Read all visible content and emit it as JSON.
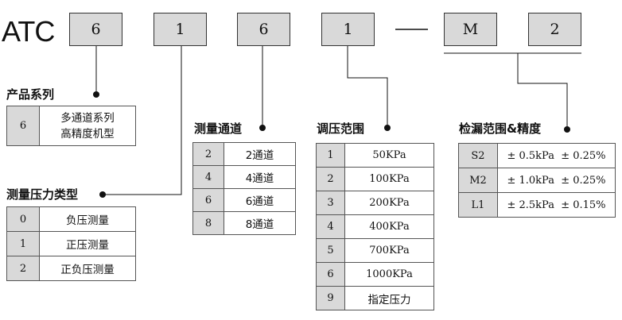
{
  "prefix": "ATC",
  "code_boxes": [
    "6",
    "1",
    "6",
    "1",
    "M",
    "2"
  ],
  "sections": {
    "series": {
      "heading": "产品系列",
      "rows": [
        {
          "key": "6",
          "value_line1": "多通道系列",
          "value_line2": "高精度机型"
        }
      ]
    },
    "pressure_type": {
      "heading": "测量压力类型",
      "rows": [
        {
          "key": "0",
          "value": "负压测量"
        },
        {
          "key": "1",
          "value": "正压测量"
        },
        {
          "key": "2",
          "value": "正负压测量"
        }
      ]
    },
    "channels": {
      "heading": "测量通道",
      "rows": [
        {
          "key": "2",
          "value": "2通道"
        },
        {
          "key": "4",
          "value": "4通道"
        },
        {
          "key": "6",
          "value": "6通道"
        },
        {
          "key": "8",
          "value": "8通道"
        }
      ]
    },
    "range": {
      "heading": "调压范围",
      "rows": [
        {
          "key": "1",
          "value": "50KPa"
        },
        {
          "key": "2",
          "value": "100KPa"
        },
        {
          "key": "3",
          "value": "200KPa"
        },
        {
          "key": "4",
          "value": "400KPa"
        },
        {
          "key": "5",
          "value": "700KPa"
        },
        {
          "key": "6",
          "value": "1000KPa"
        },
        {
          "key": "9",
          "value": "指定压力"
        }
      ]
    },
    "leak": {
      "heading": "检漏范围&精度",
      "rows": [
        {
          "key": "S2",
          "value": "± 0.5kPa  ± 0.25%"
        },
        {
          "key": "M2",
          "value": "± 1.0kPa  ± 0.25%"
        },
        {
          "key": "L1",
          "value": "± 2.5kPa  ± 0.15%"
        }
      ]
    }
  }
}
